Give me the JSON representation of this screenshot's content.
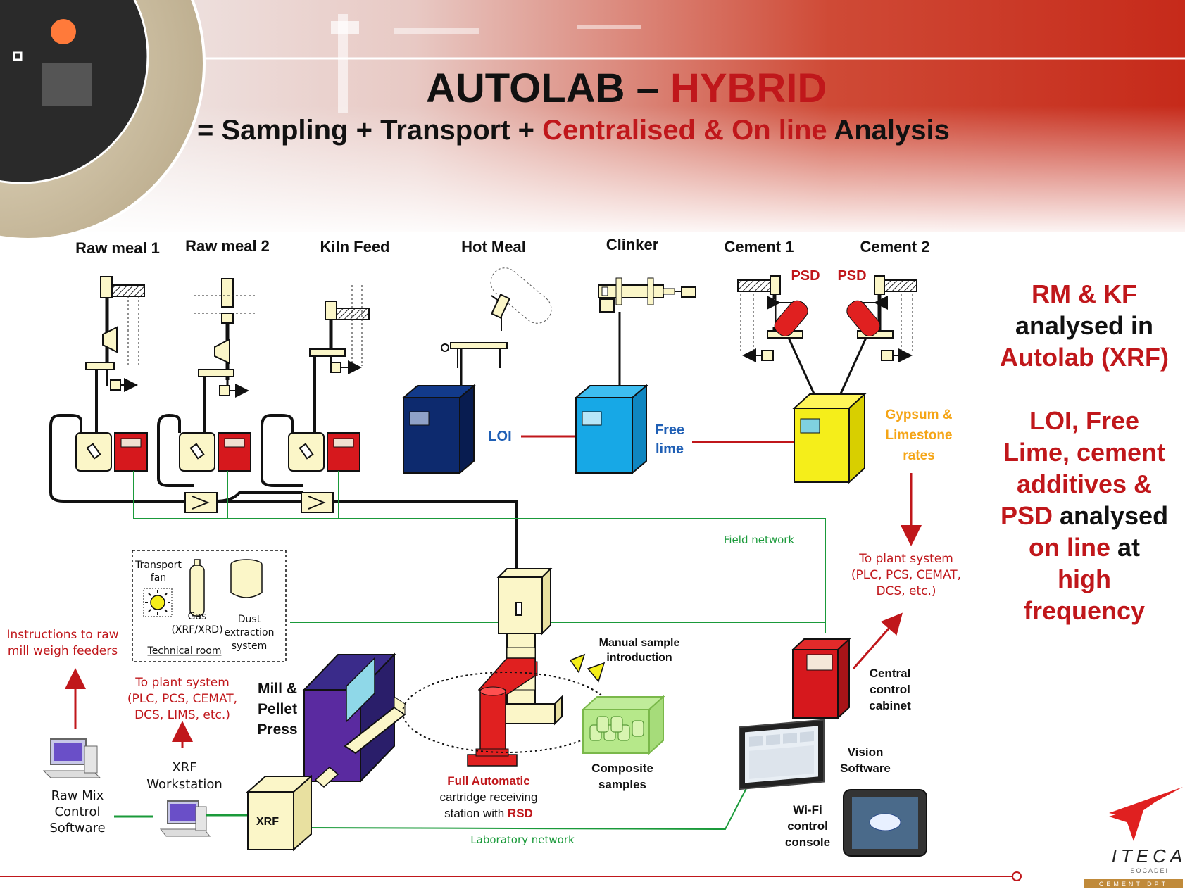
{
  "title": {
    "part1": "AUTOLAB – ",
    "part2": "HYBRID"
  },
  "subtitle": {
    "part1": "= Sampling + Transport + ",
    "part2": "Centralised & On line",
    "part3": " Analysis"
  },
  "streams": [
    "Raw meal 1",
    "Raw meal 2",
    "Kiln Feed",
    "Hot Meal",
    "Clinker",
    "Cement 1",
    "Cement 2"
  ],
  "psd": [
    "PSD",
    "PSD"
  ],
  "analyzers": {
    "loi": "LOI",
    "free_lime_1": "Free",
    "free_lime_2": "lime",
    "gyp1": "Gypsum &",
    "gyp2": "Limestone",
    "gyp3": "rates"
  },
  "side_panel": {
    "l1": "RM & KF",
    "l2": "analysed in",
    "l3": "Autolab (XRF)",
    "l4": "LOI, Free",
    "l5": "Lime, cement",
    "l6": "additives &",
    "l7a": "PSD",
    "l7b": " analysed",
    "l8a": "on line",
    "l8b": " at",
    "l9": "high",
    "l10": "frequency"
  },
  "networks": {
    "field": "Field network",
    "lab": "Laboratory network"
  },
  "plant_system_right": [
    "To plant system",
    "(PLC, PCS, CEMAT,",
    "DCS, etc.)"
  ],
  "plant_system_left": [
    "To plant system",
    "(PLC, PCS, CEMAT,",
    "DCS, LIMS, etc.)"
  ],
  "instructions": [
    "Instructions to raw",
    "mill weigh feeders"
  ],
  "technical_room": {
    "fan": [
      "Transport",
      "fan"
    ],
    "gas": [
      "Gas",
      "(XRF/XRD)"
    ],
    "dust": [
      "Dust",
      "extraction",
      "system"
    ],
    "label": "Technical room"
  },
  "mill_press": [
    "Mill &",
    "Pellet",
    "Press"
  ],
  "xrf": "XRF",
  "xrf_workstation": [
    "XRF",
    "Workstation"
  ],
  "raw_mix": [
    "Raw Mix",
    "Control",
    "Software"
  ],
  "manual_intro": [
    "Manual sample",
    "introduction"
  ],
  "composite": [
    "Composite",
    "samples"
  ],
  "station": {
    "l1": "Full Automatic",
    "l2": "cartridge receiving",
    "l3a": "station with ",
    "l3b": "RSD"
  },
  "central_cabinet": [
    "Central",
    "control",
    "cabinet"
  ],
  "vision": [
    "Vision",
    "Software"
  ],
  "wifi": [
    "Wi-Fi",
    "control",
    "console"
  ],
  "logo": {
    "name": "ITECA",
    "sub1": "SOCADEI",
    "sub2": "CEMENT DPT"
  },
  "colors": {
    "red": "#c0171b",
    "navy": "#0d2a6e",
    "cyan": "#17a8e6",
    "yellow": "#f5ee1a",
    "purple": "#5a2aa0",
    "green": "#1a9a3a",
    "cream": "#fbf6c8",
    "blue_text": "#1f5fb5",
    "orange": "#f5a516"
  }
}
